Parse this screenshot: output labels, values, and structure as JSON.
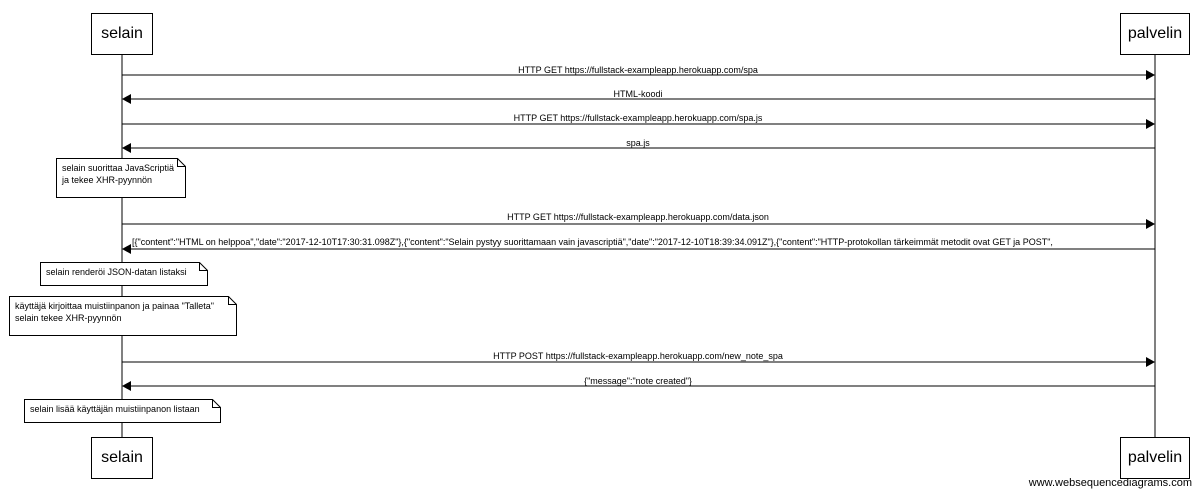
{
  "actors": {
    "client": "selain",
    "server": "palvelin"
  },
  "messages": [
    {
      "from": "client",
      "to": "server",
      "label": "HTTP GET https://fullstack-exampleapp.herokuapp.com/spa"
    },
    {
      "from": "server",
      "to": "client",
      "label": "HTML-koodi"
    },
    {
      "from": "client",
      "to": "server",
      "label": "HTTP GET https://fullstack-exampleapp.herokuapp.com/spa.js"
    },
    {
      "from": "server",
      "to": "client",
      "label": "spa.js"
    },
    {
      "from": "client",
      "to": "server",
      "label": "HTTP GET https://fullstack-exampleapp.herokuapp.com/data.json"
    },
    {
      "from": "server",
      "to": "client",
      "label": "[{\"content\":\"HTML on helppoa\",\"date\":\"2017-12-10T17:30:31.098Z\"},{\"content\":\"Selain pystyy suorittamaan vain javascriptiä\",\"date\":\"2017-12-10T18:39:34.091Z\"},{\"content\":\"HTTP-protokollan tärkeimmät metodit ovat GET ja POST\","
    },
    {
      "from": "client",
      "to": "server",
      "label": "HTTP POST https://fullstack-exampleapp.herokuapp.com/new_note_spa"
    },
    {
      "from": "server",
      "to": "client",
      "label": "{\"message\":\"note created\"}"
    }
  ],
  "notes": [
    {
      "lines": [
        "selain suorittaa JavaScriptiä",
        "ja tekee XHR-pyynnön"
      ]
    },
    {
      "lines": [
        "selain renderöi JSON-datan listaksi"
      ]
    },
    {
      "lines": [
        "käyttäjä kirjoittaa muistiinpanon ja painaa \"Talleta\"",
        "selain tekee XHR-pyynnön"
      ]
    },
    {
      "lines": [
        "selain lisää käyttäjän muistiinpanon listaan"
      ]
    }
  ],
  "watermark": "www.websequencediagrams.com"
}
